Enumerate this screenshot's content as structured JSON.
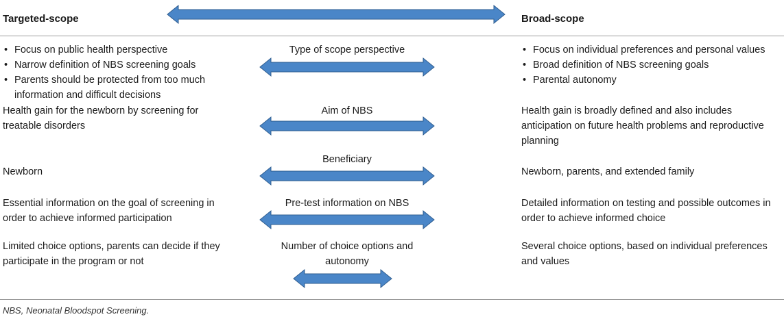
{
  "header": {
    "left_title": "Targeted-scope",
    "right_title": "Broad-scope"
  },
  "rows": [
    {
      "left_bullets": [
        "Focus on public health perspective",
        "Narrow definition of NBS screening goals",
        "Parents should be protected from too much information and difficult decisions"
      ],
      "middle": "Type of scope perspective",
      "right_bullets": [
        "Focus on individual preferences and personal values",
        "Broad definition of NBS screening goals",
        "Parental autonomy"
      ]
    },
    {
      "left": "Health gain for the newborn by screening for treatable disorders",
      "middle": "Aim of NBS",
      "right": "Health gain is broadly defined and also includes anticipation on future health problems and reproductive planning"
    },
    {
      "left": "Newborn",
      "middle": "Beneficiary",
      "right": "Newborn, parents, and extended family"
    },
    {
      "left": "Essential information on the goal of screening in order to achieve informed participation",
      "middle": "Pre-test information on NBS",
      "right": "Detailed information on testing and possible outcomes in order to achieve informed choice"
    },
    {
      "left": "Limited choice options, parents can decide if they participate in the program or not",
      "middle": "Number of choice options and autonomy",
      "right": "Several choice options, based on individual preferences and values"
    }
  ],
  "footnote": "NBS, Neonatal Bloodspot Screening.",
  "colors": {
    "arrow_fill": "#4a86c8",
    "arrow_stroke": "#2f5d8f",
    "rule": "#9a9a9a"
  }
}
